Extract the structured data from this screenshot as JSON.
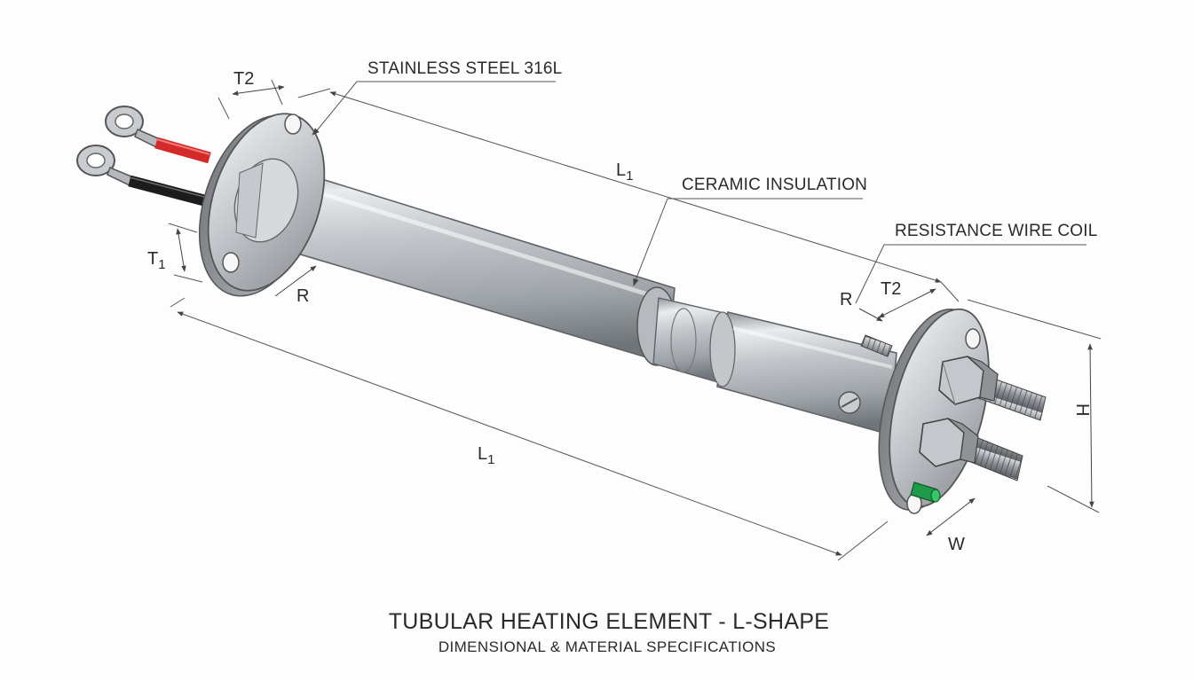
{
  "callouts": {
    "stainless_steel": "STAINLESS STEEL 316L",
    "ceramic_insulation": "CERAMIC INSULATION",
    "resistance_wire_coil": "RESISTANCE WIRE COIL"
  },
  "dimensions": {
    "t2_left": "T2",
    "t1": {
      "main": "T",
      "sub": "1"
    },
    "r_left": "R",
    "l1_top": {
      "main": "L",
      "sub": "1"
    },
    "l1_bottom": {
      "main": "L",
      "sub": "1"
    },
    "r_right": "R",
    "t2_right": "T2",
    "h": "H",
    "w": "W"
  },
  "footer": {
    "title": "TUBULAR HEATING ELEMENT - L-SHAPE",
    "subtitle": "DIMENSIONAL & MATERIAL SPECIFICATIONS"
  },
  "colors": {
    "background": "#fdfdfd",
    "steel": "#b9bdc2",
    "red_wire": "#d42a2a",
    "black_wire": "#1c1c1c",
    "ground_pin": "#1f9a4a"
  }
}
